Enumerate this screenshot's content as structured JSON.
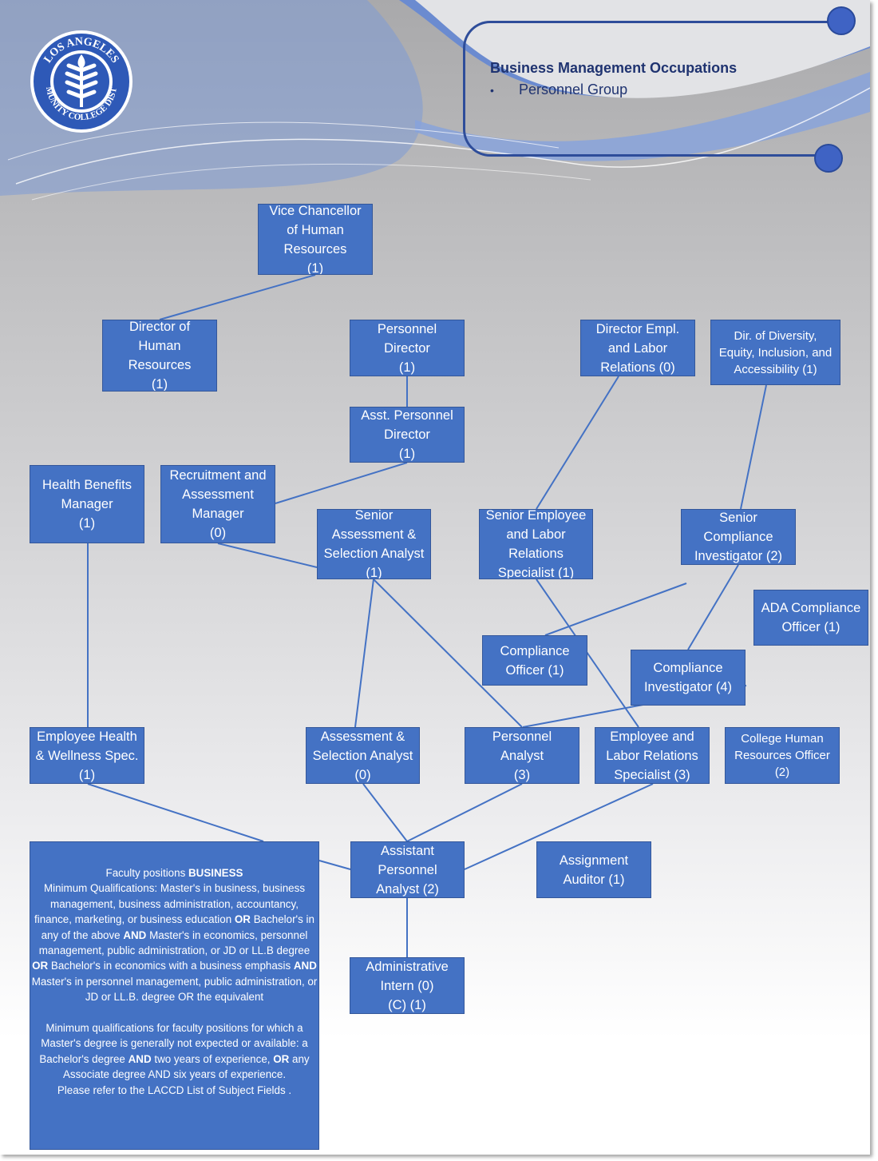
{
  "header": {
    "title": "Business Management Occupations",
    "subtitle": "Personnel Group",
    "bullet": "•",
    "logo_text": "LOS ANGELES COMMUNITY COLLEGE DISTRICT"
  },
  "colors": {
    "box_fill": "#4472c4",
    "title_text": "#1f3370",
    "connector": "#4472c4",
    "accent_dot": "#3f63c4"
  },
  "boxes": {
    "vice_chancellor": "Vice Chancellor\nof Human\nResources\n(1)",
    "director_hr": "Director of\nHuman\nResources\n(1)",
    "personnel_director": "Personnel\nDirector\n(1)",
    "director_empl_labor": "Director Empl.\nand Labor\nRelations (0)",
    "dir_diversity": "Dir. of Diversity,\nEquity, Inclusion, and\nAccessibility (1)",
    "asst_personnel_director": "Asst. Personnel\nDirector\n(1)",
    "health_benefits_manager": "Health Benefits\nManager\n(1)",
    "recruitment_manager": "Recruitment and\nAssessment\nManager\n(0)",
    "senior_assessment_analyst": "Senior\nAssessment &\nSelection Analyst\n(1)",
    "senior_employee_labor": "Senior Employee\nand Labor\nRelations\nSpecialist (1)",
    "senior_compliance_investigator": "Senior\nCompliance\nInvestigator (2)",
    "ada_compliance_officer": "ADA Compliance\nOfficer (1)",
    "compliance_officer": "Compliance\nOfficer (1)",
    "compliance_investigator": "Compliance\nInvestigator (4)",
    "employee_health_wellness": "Employee Health\n& Wellness Spec.\n(1)",
    "assessment_selection_analyst": "Assessment &\nSelection Analyst\n(0)",
    "personnel_analyst": "Personnel\nAnalyst\n(3)",
    "employee_labor_specialist": "Employee and\nLabor Relations\nSpecialist (3)",
    "college_hr_officer": "College Human\nResources Officer\n(2)",
    "assistant_personnel_analyst": "Assistant\nPersonnel\nAnalyst (2)",
    "assignment_auditor": "Assignment\nAuditor (1)",
    "administrative_intern": "Administrative\nIntern (0)\n(C) (1)"
  },
  "qualifications": {
    "p1_pre": "Faculty positions ",
    "p1_bold": "BUSINESS",
    "p2_a": "Minimum Qualifications: Master's in business, business management, business administration, accountancy, finance, marketing, or business education ",
    "or1": "OR",
    "p2_b": " Bachelor's in any of the above ",
    "and1": "AND",
    "p2_c": " Master's in economics, personnel management, public administration, or JD or LL.B degree ",
    "or2": "OR",
    "p2_d": " Bachelor's in economics with a business emphasis ",
    "and2": "AND",
    "p2_e": " Master's in personnel management, public administration, or JD or LL.B. degree OR the equivalent",
    "p3_a": "Minimum qualifications for faculty positions for which a Master's degree is generally not expected or available: a Bachelor's degree ",
    "and3": "AND",
    "p3_b": " two years of experience, ",
    "or3": "OR",
    "p3_c": " any Associate degree AND six years of experience.",
    "p4": "Please refer to the LACCD List of Subject Fields ."
  }
}
